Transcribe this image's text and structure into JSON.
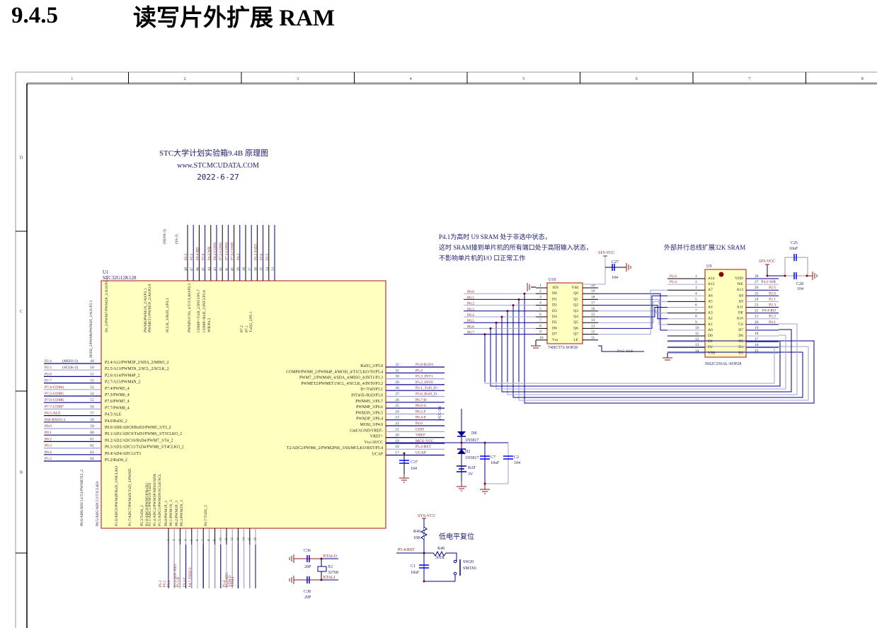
{
  "section": {
    "number": "9.4.5",
    "title": "读写片外扩展 RAM"
  },
  "frame": {
    "columns": [
      "1",
      "2",
      "3",
      "4",
      "5",
      "6",
      "7",
      "8"
    ],
    "rows": [
      "D",
      "C",
      "B"
    ]
  },
  "title_block": {
    "line1": "STC大学计划实验箱9.4B 原理图",
    "line2": "www.STCMCUDATA.COM",
    "line3": "2022-6-27"
  },
  "notes": {
    "line1": "P4.1为高时 U9 SRAM 处于非选中状态，",
    "line2": "这时 SRAM接到单片机的所有端口处于高阻输入状态，",
    "line3": "不影响单片机的I/O 口正常工作",
    "ext_label": "外部并行总线扩展32K SRAM",
    "reset_label": "低电平复位"
  },
  "colors": {
    "chip_fill": "#ffffc0",
    "chip_border": "#b33a3a",
    "net": "#8b1a1a",
    "wire": "#00008b",
    "wire_light": "#9da0d0",
    "pin_gray": "#9a9a9a"
  },
  "u1": {
    "ref": "U1",
    "part": "STC32G12K128",
    "left_pins": [
      {
        "num": "49",
        "net": "P2.4",
        "alt": "(MISO-2)",
        "name": "P2.4/A12/PWM3P_2/SDA_2/MISO_2"
      },
      {
        "num": "50",
        "net": "P2.5",
        "alt": "(SCLK-2)",
        "name": "P2.5/A13/PWM3N_2/SCL_2/SCLK_2"
      },
      {
        "num": "51",
        "net": "P2.6",
        "alt": "",
        "name": "P2.6/A14/PWM4P_2"
      },
      {
        "num": "52",
        "net": "P2.7",
        "alt": "",
        "name": "P2.7/A15/PWM4N_2"
      },
      {
        "num": "53",
        "net": "P7.4-COM4",
        "alt": "",
        "name": "P7.4/PWM5_4"
      },
      {
        "num": "54",
        "net": "P7.5-COM5",
        "alt": "",
        "name": "P7.5/PWM6_4"
      },
      {
        "num": "55",
        "net": "P7.6-COM6",
        "alt": "",
        "name": "P7.6/PWM7_4"
      },
      {
        "num": "56",
        "net": "P7.7-COM7",
        "alt": "",
        "name": "P7.7/PWM8_4"
      },
      {
        "num": "57",
        "net": "P4.5-ALE",
        "alt": "",
        "name": "P4.5/ALE"
      },
      {
        "num": "58",
        "net": "P46-RXD2-2",
        "alt": "",
        "name": "P4.6/RxD2_2"
      },
      {
        "num": "59",
        "net": "P0.0",
        "alt": "",
        "name": "P0.0/AD0/ADC8/RxD3/PWM5_3/T3_2"
      },
      {
        "num": "60",
        "net": "P0.1",
        "alt": "",
        "name": "P0.1/AD1/ADC9/TxD3/PWM6_3/T3CLKO_2"
      },
      {
        "num": "61",
        "net": "P0.2",
        "alt": "",
        "name": "P0.2/AD2/ADC10/RxD4/PWM7_3/T4_2"
      },
      {
        "num": "62",
        "net": "P0.3",
        "alt": "",
        "name": "P0.3/AD3/ADC11/TxD4/PWM8_3/T4CLKO_2"
      },
      {
        "num": "63",
        "net": "P0.4",
        "alt": "",
        "name": "P0.4/AD4/ADC12/T3"
      },
      {
        "num": "64",
        "net": "P5.2",
        "alt": "",
        "name": "P5.2/RxD4_2"
      }
    ],
    "right_pins": [
      {
        "num": "32",
        "net": "P5.0-RxD3",
        "name": "RxD3_2/P5.0"
      },
      {
        "num": "31",
        "net": "P5.4",
        "name": "COMP0/PWM8_2/PWM4P_4/MOSI_4/T1CLKO/T0/P5.4"
      },
      {
        "num": "30",
        "net": "P3.3_INT1",
        "name": "PWM7_2/PWM4N_4/SDA_4/MISO_4/INT1/P3.3"
      },
      {
        "num": "29",
        "net": "P3.2_INT0",
        "name": "PWMET2/PWMET1/SCL_4/SCLK_4/INT0/P3.2"
      },
      {
        "num": "28",
        "net": "P3.1_TxD_D+",
        "name": "D+/TxD/P3.1"
      },
      {
        "num": "27",
        "net": "P3.0_RxD_D-",
        "name": "INT4/D-/RxD/P3.0"
      },
      {
        "num": "26",
        "net": "P6.7-H",
        "name": "PWM4N_3/P6.7"
      },
      {
        "num": "25",
        "net": "P6.6-G",
        "name": "PWM4P_3/P6.6"
      },
      {
        "num": "24",
        "net": "P6.5-F",
        "name": "PWM3N_3/P6.5"
      },
      {
        "num": "23",
        "net": "P6.4-E",
        "name": "PWM3P_3/P6.4"
      },
      {
        "num": "22",
        "net": "P4.0",
        "name": "MOSI_3/P4.0"
      },
      {
        "num": "21",
        "net": "GND",
        "name": "Gnd/AGND/VREF-"
      },
      {
        "num": "20",
        "net": "VREF",
        "name": "VREF+"
      },
      {
        "num": "19",
        "net": "MCU-VCC",
        "name": "Vcc/AVCC"
      },
      {
        "num": "18",
        "net": "P5.4-RST",
        "name": "T2/ADC2/PWM6_2/PWM2PSS_3/SS/MCLKO/RST/P5.4"
      },
      {
        "num": "17",
        "net": "UCAP",
        "name": "UCAP"
      }
    ],
    "top_pins": [
      "48",
      "47",
      "46",
      "45",
      "44",
      "43",
      "42",
      "41",
      "40",
      "39",
      "38",
      "37",
      "36",
      "35",
      "34",
      "33"
    ],
    "top_nets": [
      "P2.3",
      "P2.2",
      "P4.4-RD",
      "P3.6",
      "P4.2-WR",
      "P4.3-COM3",
      "P7.2-COM2",
      "P7.1-COM1",
      "P7.0-COM0",
      "P4.1",
      "",
      "",
      "P3.1-TxD1",
      "P3.6",
      "P3.5",
      ""
    ],
    "top_alt": [
      "(MOSI-2)",
      "(SS-2)"
    ],
    "top_names": [
      "SS_2/PWM7/PWM2P_2/A10/P2.2",
      "PWM6/PWM1N_2/A9/P2.1",
      "PWMET1/PWM1P_2/A8/P2.0",
      "SCLK_3/RxD_4/P4.3",
      "PWMFLT/SS_4/T1CLKO/P3.5",
      "COMP+/TxD_2/INT3/P3.7",
      "COMP-/RxD_2/INT2/P3.6",
      "WR/P4.2",
      "P7.2",
      "P7.1",
      "TxD3_2/P5.1"
    ],
    "left_top_name": "MOSI_2/PWM8/PWM4N_2/A11/P2.3",
    "bottom_pins": [
      "1",
      "2",
      "3",
      "4",
      "5",
      "6",
      "7",
      "8",
      "9",
      "10",
      "11",
      "12",
      "13",
      "14",
      "15",
      "16"
    ],
    "bottom_nets": [
      "P5.3",
      "P5.5",
      "P0.6",
      "P1.0-ADC-NET",
      "P1.1-B",
      "P3.3-C",
      "P4.7-TXD2-2",
      "P1.4",
      "P1.5-NTC",
      "XTALO",
      "XTALI"
    ],
    "bottom_names": [
      "P1.6/ADC6/PWM4P/RxD_3/MCLKO",
      "P1.7/ADC7/PWM4N/TxD_3/PWM5",
      "P5.3/TxD4_2",
      "P1.0/ADC0/PWM1P/RxD2",
      "P1.1/ADC1/PWM1N/TxD2",
      "P1.4/ADC4/PWM3P/MISO/SDA",
      "P1.5/ADC5/PWM3N/SCLK/SCL",
      "P6.0/PWM1P_3",
      "P6.1/PWM1N_3",
      "P6.2/PWM2P_3",
      "P6.3/PWM2N_3",
      "P4.7/TxD2_2"
    ],
    "left_bottom_names": [
      "P0.6/AD6/ADC14/T4/PWMETI2_2",
      "P0.5/AD5/ADC13/T3CLKO"
    ]
  },
  "u10": {
    "ref": "U10",
    "part": "74HC573-SOP20",
    "left_pins": [
      {
        "num": "1",
        "name": "/EN",
        "net": ""
      },
      {
        "num": "2",
        "name": "D0",
        "net": "P0.0"
      },
      {
        "num": "3",
        "name": "D1",
        "net": "P0.1"
      },
      {
        "num": "4",
        "name": "D2",
        "net": "P0.2"
      },
      {
        "num": "5",
        "name": "D3",
        "net": "P0.3"
      },
      {
        "num": "6",
        "name": "D4",
        "net": "P0.4"
      },
      {
        "num": "7",
        "name": "D5",
        "net": "P0.5"
      },
      {
        "num": "8",
        "name": "D6",
        "net": "P0.6"
      },
      {
        "num": "9",
        "name": "D7",
        "net": "P0.7"
      },
      {
        "num": "10",
        "name": "Vss",
        "net": ""
      }
    ],
    "right_pins": [
      {
        "num": "20",
        "name": "Vdd"
      },
      {
        "num": "19",
        "name": "Q0"
      },
      {
        "num": "18",
        "name": "Q1"
      },
      {
        "num": "17",
        "name": "Q2"
      },
      {
        "num": "16",
        "name": "Q3"
      },
      {
        "num": "15",
        "name": "Q4"
      },
      {
        "num": "14",
        "name": "Q5"
      },
      {
        "num": "13",
        "name": "Q6"
      },
      {
        "num": "12",
        "name": "Q7"
      },
      {
        "num": "11",
        "name": "LE"
      }
    ],
    "le_net": "P4.5-ALE"
  },
  "u9": {
    "ref": "U9",
    "part": "IS62C256AL-SOP28",
    "left_pins": [
      {
        "num": "1",
        "name": "A14",
        "net": "P2.6"
      },
      {
        "num": "2",
        "name": "A12",
        "net": "P2.4"
      },
      {
        "num": "3",
        "name": "A7",
        "net": ""
      },
      {
        "num": "4",
        "name": "A6",
        "net": ""
      },
      {
        "num": "5",
        "name": "A5",
        "net": ""
      },
      {
        "num": "6",
        "name": "A4",
        "net": ""
      },
      {
        "num": "7",
        "name": "A3",
        "net": ""
      },
      {
        "num": "8",
        "name": "A2",
        "net": ""
      },
      {
        "num": "9",
        "name": "A1",
        "net": ""
      },
      {
        "num": "10",
        "name": "A0",
        "net": ""
      },
      {
        "num": "11",
        "name": "D0",
        "net": ""
      },
      {
        "num": "12",
        "name": "D1",
        "net": ""
      },
      {
        "num": "13",
        "name": "D2",
        "net": ""
      },
      {
        "num": "14",
        "name": "VSS",
        "net": ""
      }
    ],
    "right_pins": [
      {
        "num": "28",
        "name": "VDD",
        "net": ""
      },
      {
        "num": "27",
        "name": "WE",
        "net": "P4.2-WR"
      },
      {
        "num": "26",
        "name": "A13",
        "net": "P2.5"
      },
      {
        "num": "25",
        "name": "A8",
        "net": "P2.0"
      },
      {
        "num": "24",
        "name": "A9",
        "net": "P2.1"
      },
      {
        "num": "23",
        "name": "A11",
        "net": "P2.3"
      },
      {
        "num": "22",
        "name": "OE",
        "net": "P4.4-RD"
      },
      {
        "num": "21",
        "name": "A10",
        "net": "P2.2"
      },
      {
        "num": "20",
        "name": "CS",
        "net": "P4.1"
      },
      {
        "num": "19",
        "name": "D7",
        "net": ""
      },
      {
        "num": "18",
        "name": "D6",
        "net": ""
      },
      {
        "num": "17",
        "name": "D5",
        "net": ""
      },
      {
        "num": "16",
        "name": "D4",
        "net": ""
      },
      {
        "num": "15",
        "name": "D3",
        "net": ""
      }
    ]
  },
  "components": {
    "sys_vcc": "SYS-VCC",
    "c27": {
      "ref": "C27",
      "value": "104"
    },
    "c25": {
      "ref": "C25",
      "value": "10uF"
    },
    "c28": {
      "ref": "C28",
      "value": "104"
    },
    "c37": {
      "ref": "C37",
      "value": "104"
    },
    "d8": {
      "ref": "D8",
      "value": "1N5817"
    },
    "d2": {
      "ref": "D2",
      "value": "1N5817"
    },
    "c7": {
      "ref": "C7",
      "value": "10uF"
    },
    "c2": {
      "ref": "C2",
      "value": "104"
    },
    "bat": {
      "ref": "BAT",
      "value": "3V"
    },
    "vcc_in": "VCC-IN",
    "r49": {
      "ref": "R49",
      "value": "10K"
    },
    "r48": {
      "ref": "R48",
      "value": "301R"
    },
    "c1": {
      "ref": "C1",
      "value": "10uF"
    },
    "sw20": {
      "ref": "SW20",
      "value": "SM3X6"
    },
    "rst_net": "P5.4-RST",
    "c36": {
      "ref": "C36",
      "value": "20P"
    },
    "c38": {
      "ref": "C38",
      "value": "20P"
    },
    "x1": {
      "ref": "X1",
      "value": "32768"
    },
    "xtalo": "XTALO",
    "xtali": "XTALI"
  }
}
